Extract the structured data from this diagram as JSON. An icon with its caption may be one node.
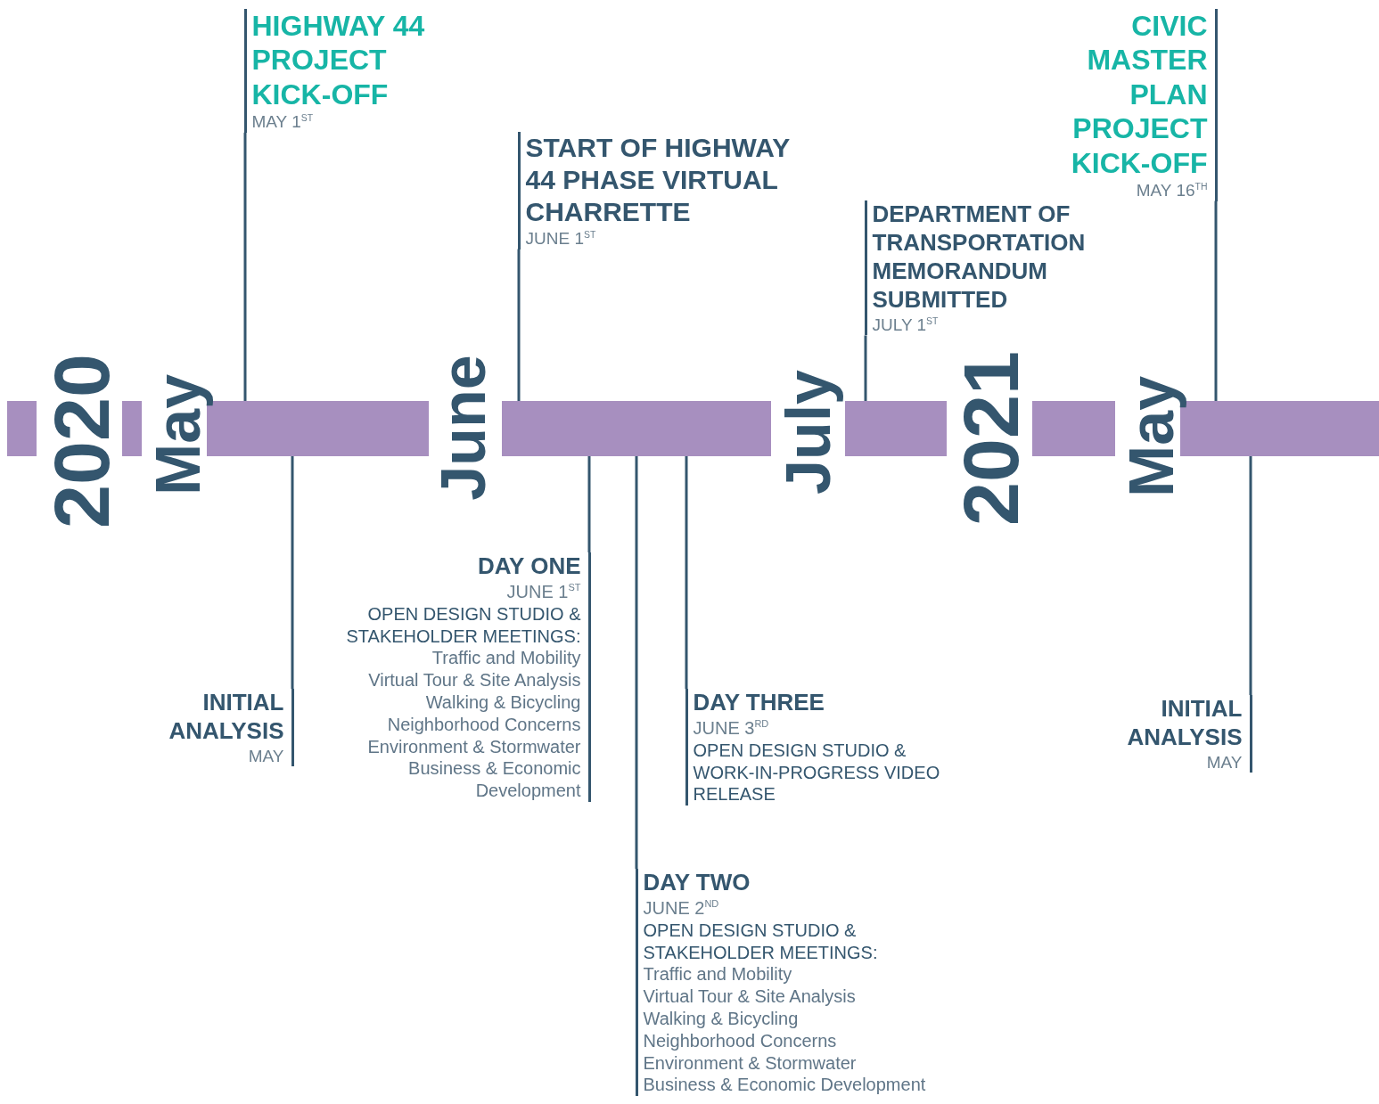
{
  "diagram": {
    "nodes": [
      {
        "text": [],
        "shape": "bar"
      },
      {
        "text": [
          "HIGHWAY 44 PROJECT KICK-OFF",
          "MAY 1$^{ST}$"
        ]
      },
      {
        "text": [
          "START OF HIGHWAY 44 PHASE VIRTUAL CHARRETTE",
          "JUNE 1$^{ST}$"
        ]
      },
      {
        "text": [
          "DEPARTMENT OF TRANSPORTATION MEMORANDUM SUBMITTED",
          "JULY 1$^{ST}$"
        ]
      },
      {
        "text": [
          "CIVIC MASTER PLAN PROJECT KICK-OFF",
          "MAY 16$^{TH}$"
        ]
      },
      {
        "text": [
          "INITIAL ANALYSIS",
          "MAY"
        ]
      },
      {
        "text": [
          "DAY ONE",
          "JUNE 1$^{ST}$",
          "OPEN DESIGN STUDIO & STAKEHOLDER MEETINGS:",
          "Traffic and Mobility",
          "Virtual Tour & Site Analysis",
          "Walking & Bicycling",
          "Neighborhood Concerns",
          "Environment & Stormwater",
          "Business & Economic Development"
        ]
      },
      {
        "text": [
          "DAY TWO",
          "JUNE 2$^{ND}$",
          "OPEN DESIGN STUDIO & STAKEHOLDER MEETINGS:",
          "Traffic and Mobility",
          "Virtual Tour & Site Analysis",
          "Walking & Bicycling",
          "Neighborhood Concerns",
          "Environment & Stormwater",
          "Business & Economic Development"
        ]
      },
      {
        "text": [
          "DAY THREE",
          "JUNE 3$^{RD}$",
          "OPEN DESIGN STUDIO & WORK-IN-PROGRESS VIDEO RELEASE"
        ]
      },
      {
        "text": [
          "INITIAL ANALYSIS",
          "MAY"
        ]
      }
    ],
    "edges": [
      {
        "from": 1,
        "to": 0,
        "arrow": "none"
      },
      {
        "from": 2,
        "to": 0,
        "arrow": "none"
      },
      {
        "from": 3,
        "to": 0,
        "arrow": "none"
      },
      {
        "from": 4,
        "to": 0,
        "arrow": "none"
      },
      {
        "from": 5,
        "to": 0,
        "arrow": "none"
      },
      {
        "from": 6,
        "to": 0,
        "arrow": "none"
      },
      {
        "from": 7,
        "to": 0,
        "arrow": "none"
      },
      {
        "from": 8,
        "to": 0,
        "arrow": "none"
      },
      {
        "from": 9,
        "to": 0,
        "arrow": "none"
      }
    ],
    "labels": [
      "2020",
      "May",
      "June",
      "July",
      "2021",
      "May"
    ]
  }
}
